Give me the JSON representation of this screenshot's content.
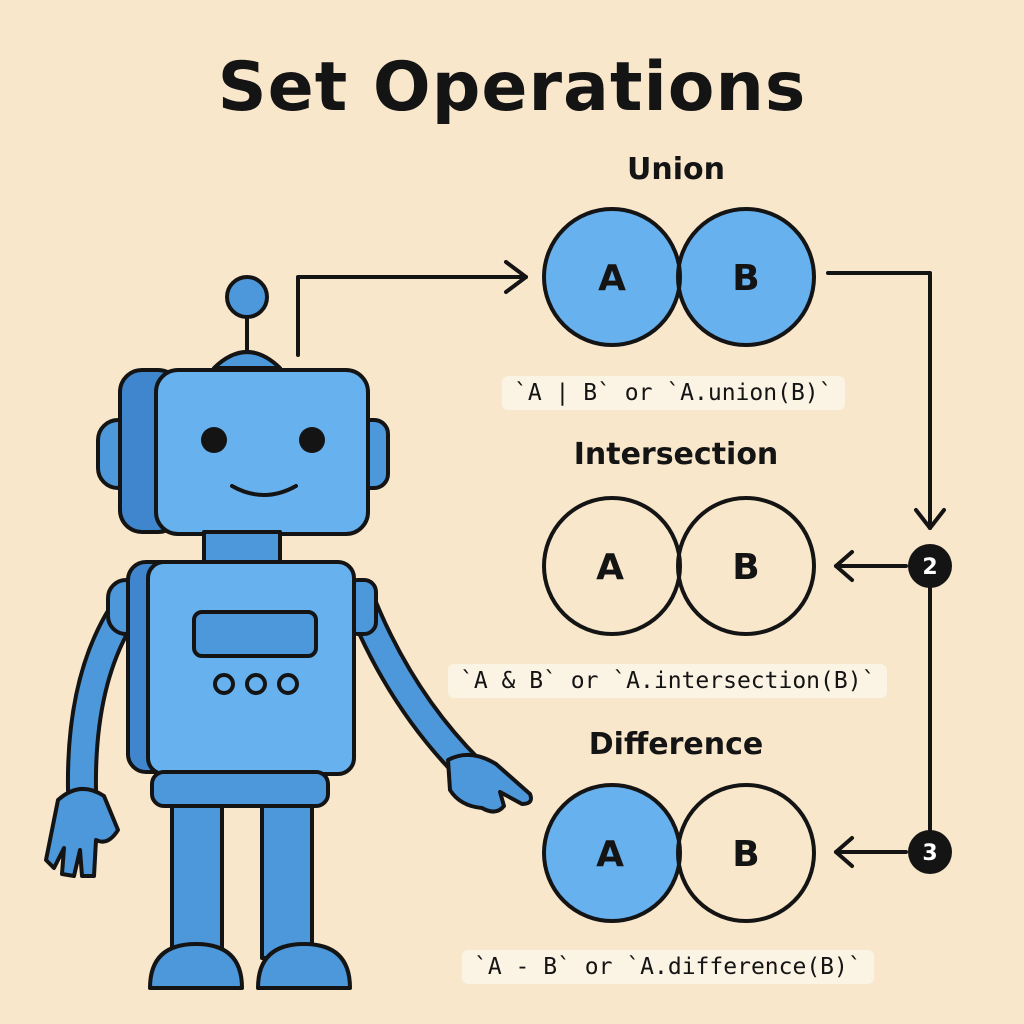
{
  "title": "Set Operations",
  "colors": {
    "background": "#f8e7cb",
    "robot_blue": "#5aa6e8",
    "robot_dark": "#3f86cf",
    "line": "#141414"
  },
  "sections": [
    {
      "id": "union",
      "title": "Union",
      "code": "`A | B` or `A.union(B)`",
      "left": "A",
      "right": "B"
    },
    {
      "id": "intersection",
      "title": "Intersection",
      "code": "`A & B` or `A.intersection(B)`",
      "left": "A",
      "right": "B",
      "step": "2"
    },
    {
      "id": "difference",
      "title": "Difference",
      "code": "`A - B` or `A.difference(B)`",
      "left": "A",
      "right": "B",
      "step": "3"
    }
  ]
}
